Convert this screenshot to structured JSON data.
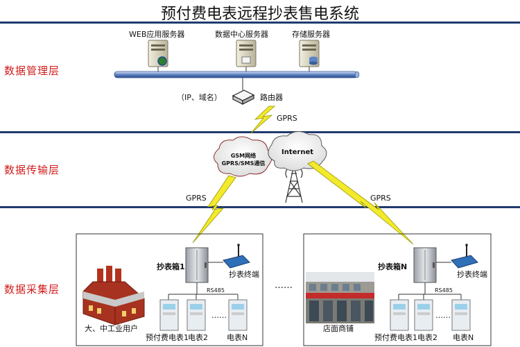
{
  "title": "预付费电表远程抄表售电系统",
  "layers": {
    "management": "数据管理层",
    "transmission": "数据传输层",
    "collection": "数据采集层"
  },
  "servers": [
    {
      "label": "WEB应用服务器"
    },
    {
      "label": "数据中心服务器"
    },
    {
      "label": "存储服务器"
    }
  ],
  "router": {
    "label": "路由器",
    "note": "（IP、域名）"
  },
  "links": {
    "gprs_top": "GPRS",
    "gprs_left": "GPRS",
    "gprs_right": "GPRS",
    "rs485_left": "RS485",
    "rs485_right": "RS485"
  },
  "cloud_gsm": {
    "line1": "GSM网络",
    "line2": "GPRS/SMS通信"
  },
  "cloud_internet": "Internet",
  "left_site": {
    "box_label": "抄表箱1",
    "terminal": "抄表终端",
    "user": "大、中工业用户",
    "meters": [
      "预付费电表1",
      "电表2",
      "电表N"
    ],
    "dots": "……"
  },
  "right_site": {
    "box_label": "抄表箱N",
    "terminal": "抄表终端",
    "user": "店面商铺",
    "meters": [
      "预付费电表1",
      "电表2",
      "电表N"
    ],
    "dots": "……"
  },
  "between_dots": "……",
  "colors": {
    "layer_label": "#d21c1c",
    "divider": "#1f3a6e",
    "bolt": "#f2ea2a",
    "bus": "#3d5fa6"
  }
}
